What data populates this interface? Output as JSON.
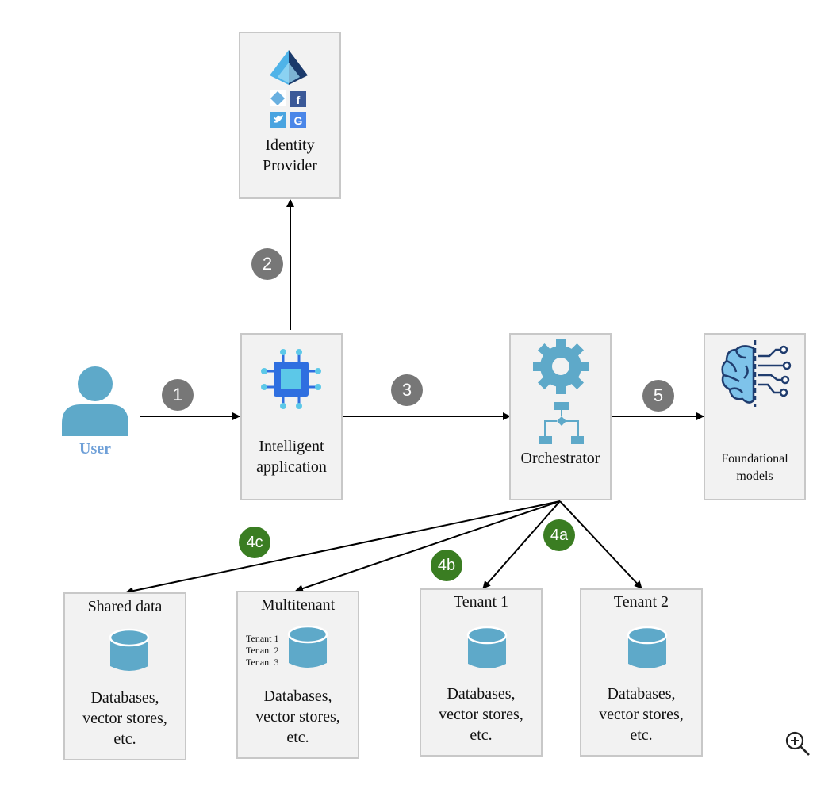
{
  "user": {
    "label": "User"
  },
  "identity_provider": {
    "line1": "Identity",
    "line2": "Provider"
  },
  "intelligent_app": {
    "line1": "Intelligent",
    "line2": "application"
  },
  "orchestrator": {
    "label": "Orchestrator"
  },
  "foundational_models": {
    "line1": "Foundational",
    "line2": "models"
  },
  "steps": {
    "s1": "1",
    "s2": "2",
    "s3": "3",
    "s5": "5",
    "s4a": "4a",
    "s4b": "4b",
    "s4c": "4c"
  },
  "stores": [
    {
      "title": "Shared data",
      "l1": "Databases,",
      "l2": "vector stores,",
      "l3": "etc."
    },
    {
      "title": "Multitenant",
      "l1": "Databases,",
      "l2": "vector stores,",
      "l3": "etc.",
      "tenants": [
        "Tenant 1",
        "Tenant 2",
        "Tenant 3"
      ]
    },
    {
      "title": "Tenant 1",
      "l1": "Databases,",
      "l2": "vector stores,",
      "l3": "etc."
    },
    {
      "title": "Tenant 2",
      "l1": "Databases,",
      "l2": "vector stores,",
      "l3": "etc."
    }
  ],
  "colors": {
    "badge_gray": "#777777",
    "badge_green": "#3a7d22",
    "icon_blue": "#5ea9c9",
    "user_label": "#6fa0d8"
  },
  "icons": [
    "user-icon",
    "chip-icon",
    "gear-icon",
    "flowchart-icon",
    "brain-icon",
    "database-icon",
    "azure-ad-icon",
    "zoom-in-icon"
  ]
}
